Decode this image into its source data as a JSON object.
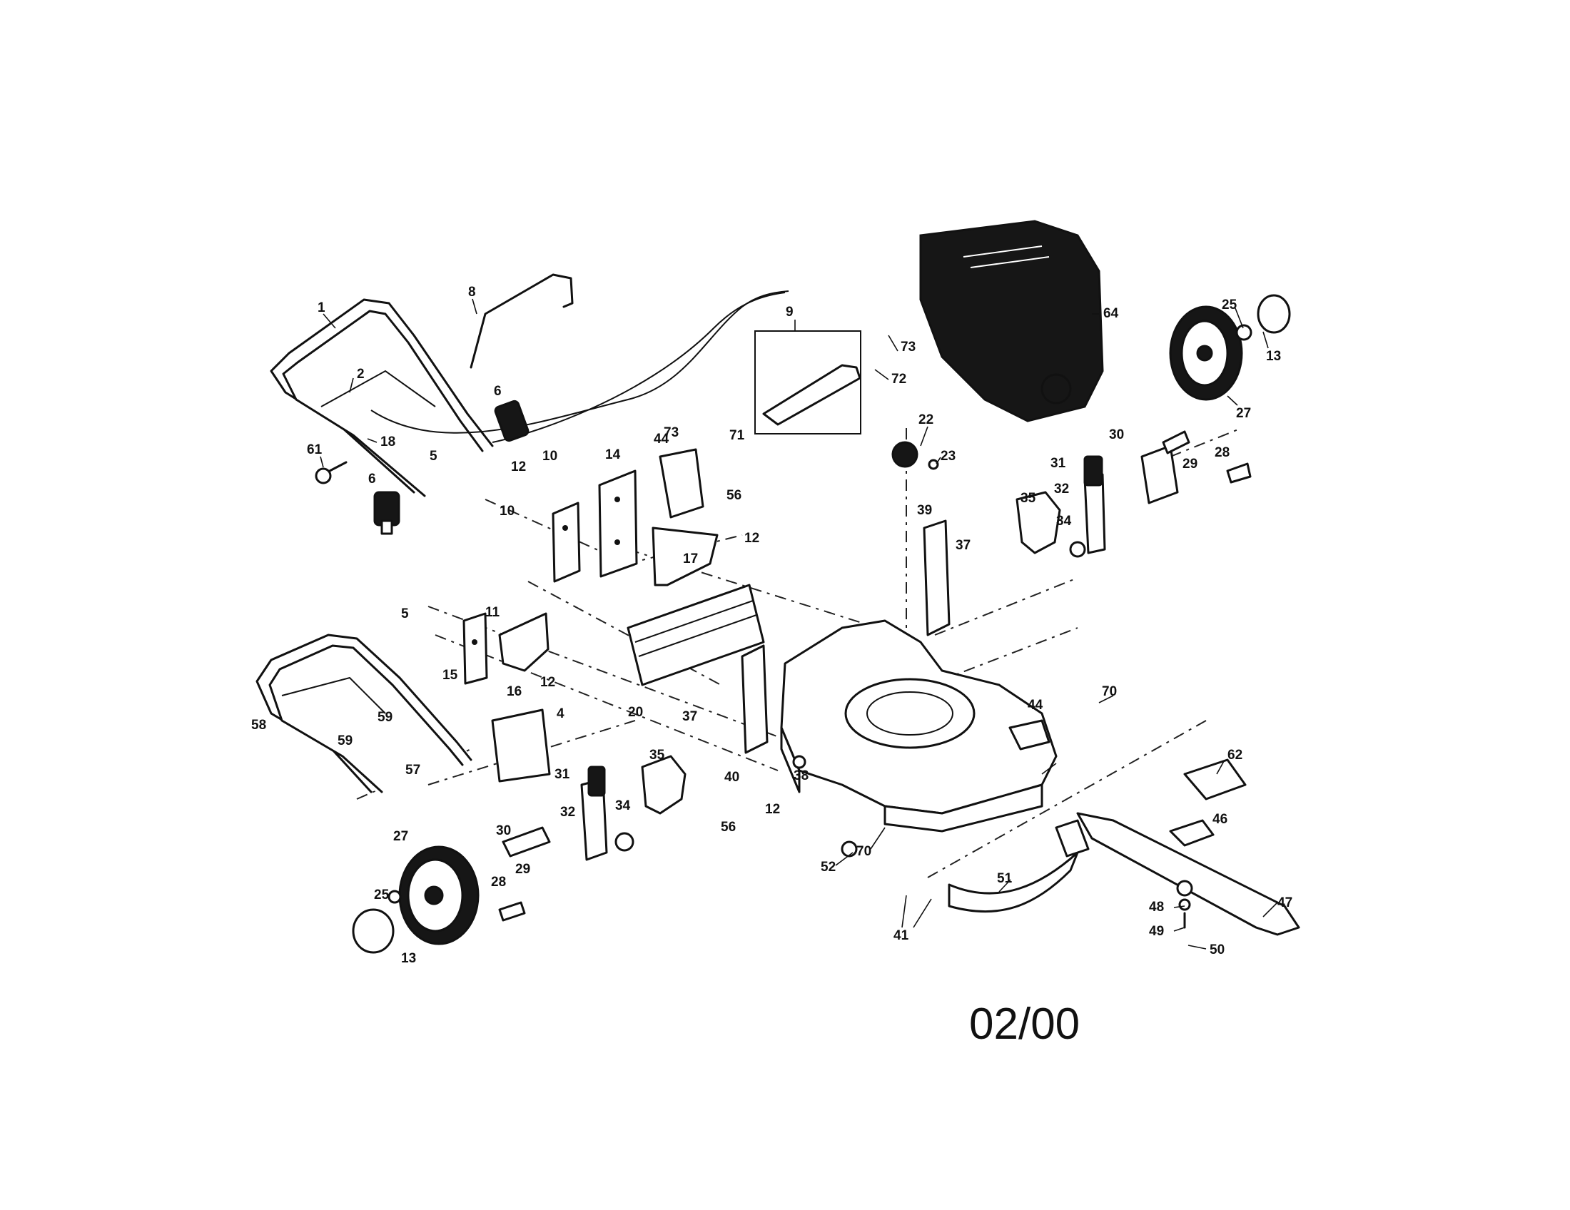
{
  "diagram": {
    "date_code": "02/00",
    "part_labels": [
      "1",
      "2",
      "5",
      "6",
      "8",
      "9",
      "10",
      "11",
      "12",
      "13",
      "14",
      "15",
      "16",
      "17",
      "18",
      "20",
      "22",
      "23",
      "25",
      "27",
      "28",
      "29",
      "30",
      "31",
      "32",
      "34",
      "35",
      "37",
      "38",
      "39",
      "40",
      "41",
      "44",
      "46",
      "47",
      "48",
      "49",
      "50",
      "51",
      "52",
      "56",
      "57",
      "58",
      "59",
      "61",
      "62",
      "64",
      "70",
      "71",
      "72",
      "73",
      "4"
    ]
  }
}
